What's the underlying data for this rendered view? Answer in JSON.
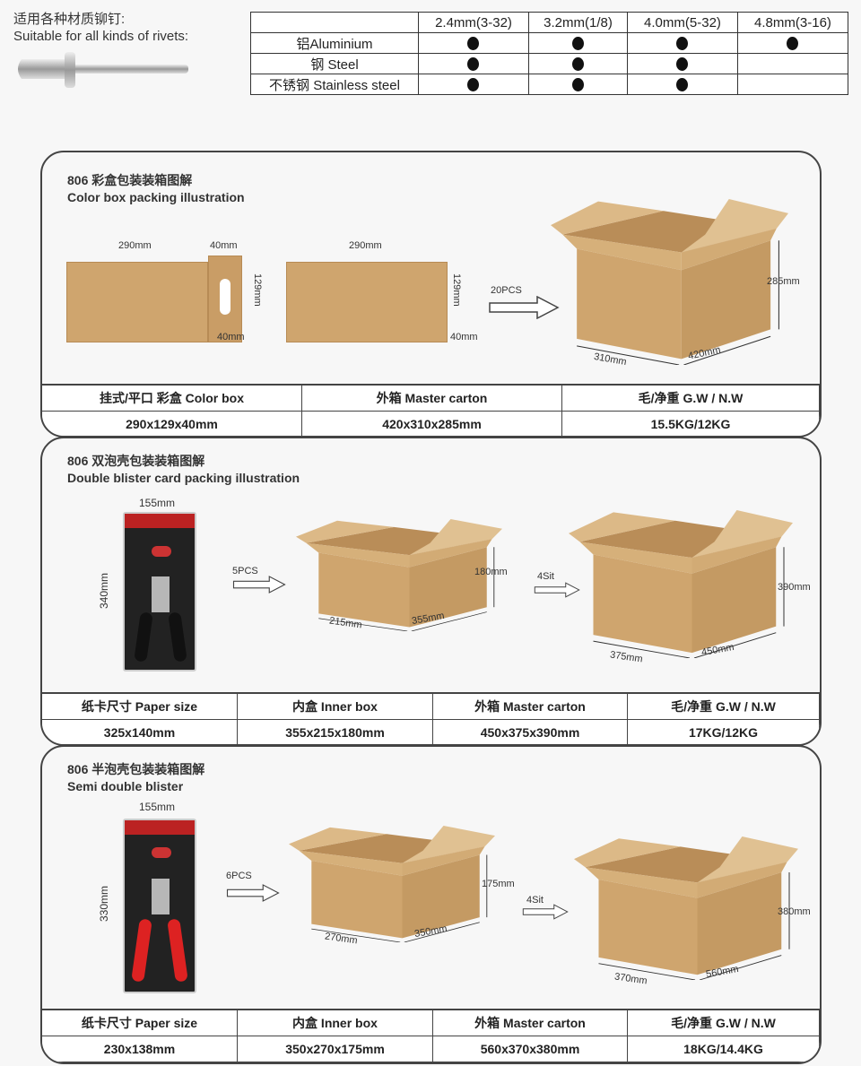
{
  "intro": {
    "cn": "适用各种材质铆钉:",
    "en": "Suitable for all kinds of rivets:"
  },
  "materials_table": {
    "columns": [
      "2.4mm(3-32)",
      "3.2mm(1/8)",
      "4.0mm(5-32)",
      "4.8mm(3-16)"
    ],
    "rows": [
      {
        "label": "铝Aluminium",
        "marks": [
          true,
          true,
          true,
          true
        ]
      },
      {
        "label": "钢 Steel",
        "marks": [
          true,
          true,
          true,
          false
        ]
      },
      {
        "label": "不锈钢 Stainless steel",
        "marks": [
          true,
          true,
          true,
          false
        ]
      }
    ]
  },
  "panels": [
    {
      "title_cn": "806 彩盒包装装箱图解",
      "title_en": "Color box packing illustration",
      "dims": {
        "box1_w": "290mm",
        "box1_tab": "40mm",
        "box1_h": "129mm",
        "box1_d": "40mm",
        "box2_w": "290mm",
        "box2_h": "129mm",
        "box2_d": "40mm",
        "qty": "20PCS",
        "carton_h": "285mm",
        "carton_d": "310mm",
        "carton_w": "420mm"
      },
      "headers": [
        "挂式/平口 彩盒 Color box",
        "外箱 Master carton",
        "毛/净重 G.W / N.W"
      ],
      "values": [
        "290x129x40mm",
        "420x310x285mm",
        "15.5KG/12KG"
      ]
    },
    {
      "title_cn": "806 双泡壳包装装箱图解",
      "title_en": "Double blister card packing illustration",
      "dims": {
        "card_w": "155mm",
        "card_h": "340mm",
        "qty1": "5PCS",
        "inner_h": "180mm",
        "inner_d": "215mm",
        "inner_w": "355mm",
        "qty2": "4Sit",
        "carton_h": "390mm",
        "carton_d": "375mm",
        "carton_w": "450mm"
      },
      "headers": [
        "纸卡尺寸 Paper size",
        "内盒 Inner box",
        "外箱 Master carton",
        "毛/净重 G.W / N.W"
      ],
      "values": [
        "325x140mm",
        "355x215x180mm",
        "450x375x390mm",
        "17KG/12KG"
      ]
    },
    {
      "title_cn": "806 半泡壳包装装箱图解",
      "title_en": "Semi double blister",
      "dims": {
        "card_w": "155mm",
        "card_h": "330mm",
        "qty1": "6PCS",
        "inner_h": "175mm",
        "inner_d": "270mm",
        "inner_w": "350mm",
        "qty2": "4Sit",
        "carton_h": "380mm",
        "carton_d": "370mm",
        "carton_w": "560mm"
      },
      "headers": [
        "纸卡尺寸 Paper size",
        "内盒 Inner box",
        "外箱 Master carton",
        "毛/净重 G.W / N.W"
      ],
      "values": [
        "230x138mm",
        "350x270x175mm",
        "560x370x380mm",
        "18KG/14.4KG"
      ]
    }
  ],
  "colors": {
    "cardboard": "#cfa56e",
    "cardboard_dark": "#b98d58",
    "cardboard_light": "#dcb987",
    "border": "#444444"
  }
}
